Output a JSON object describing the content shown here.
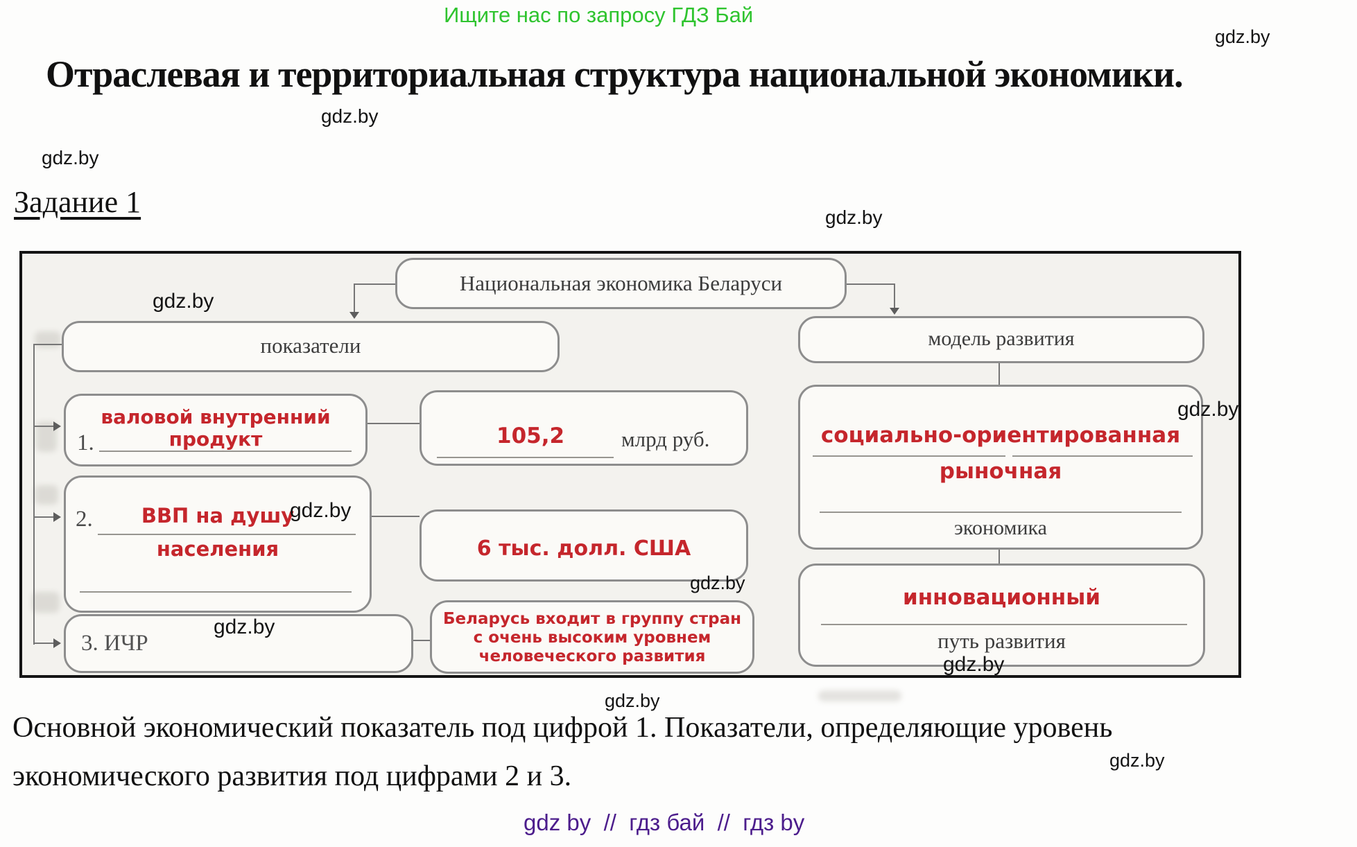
{
  "banner": {
    "text": "Ищите нас по запросу ГДЗ Бай"
  },
  "watermark": "gdz.by",
  "title": "Отраслевая и территориальная структура национальной экономики.",
  "task_label": "Задание 1",
  "diagram": {
    "root_label": "Национальная экономика Беларуси",
    "left": {
      "header": "показатели",
      "items": [
        {
          "number": "1.",
          "answer_line1": "валовой внутренний",
          "answer_line2": "продукт",
          "value_answer": "105,2",
          "value_unit": "млрд руб."
        },
        {
          "number": "2.",
          "answer_line1": "ВВП на душу",
          "answer_line2": "населения",
          "value_answer": "6 тыс. долл. США"
        },
        {
          "number": "3. ИЧР",
          "value_line1": "Беларусь входит в группу стран",
          "value_line2": "с очень высоким уровнем",
          "value_line3": "человеческого развития"
        }
      ]
    },
    "right": {
      "header": "модель развития",
      "model_box": {
        "answer_line1": "социально-ориентированная",
        "answer_line2": "рыночная",
        "label": "экономика"
      },
      "path_box": {
        "answer": "инновационный",
        "label": "путь развития"
      }
    }
  },
  "conclusion": {
    "line1": "Основной экономический показатель под цифрой 1. Показатели, определяющие уровень",
    "line2": "экономического развития под цифрами 2 и 3."
  },
  "footer": {
    "text": "gdz by  //  гдз бай  //  гдз by"
  },
  "colors": {
    "answer_red": "#c5262c",
    "banner_green": "#2fc42f",
    "footer_purple": "#4c1d8c"
  }
}
